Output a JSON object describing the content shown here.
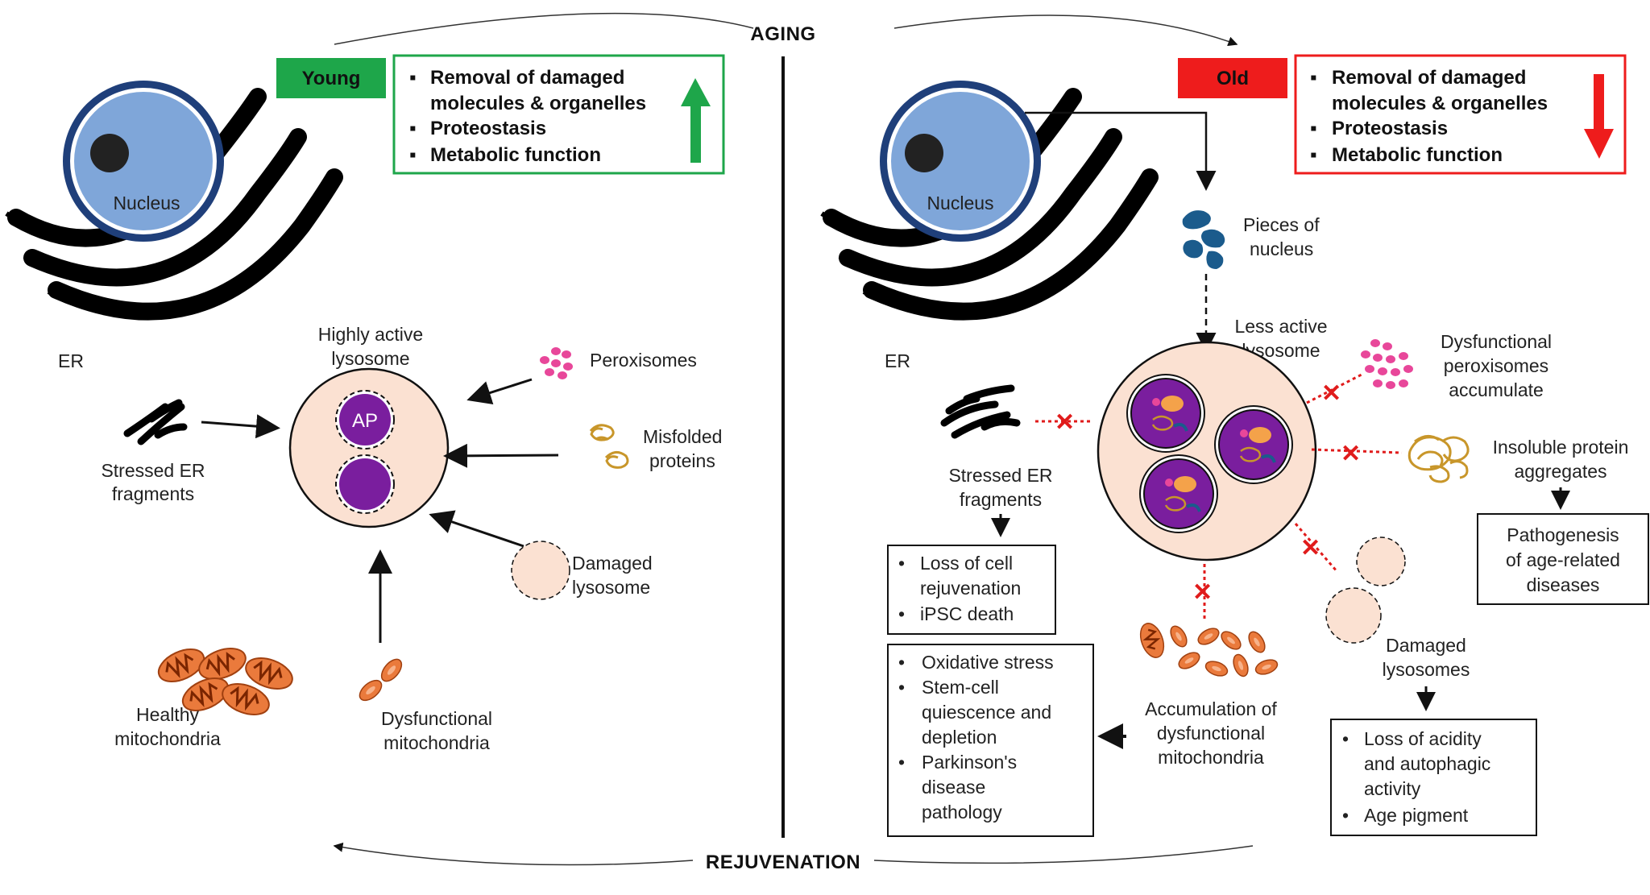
{
  "header": {
    "top_label": "AGING",
    "bottom_label": "REJUVENATION"
  },
  "young": {
    "badge": "Young",
    "badge_color": "#1ea64a",
    "features": [
      "Removal of damaged",
      "molecules & organelles",
      "Proteostasis",
      "Metabolic function"
    ],
    "trend_icon": "arrow-up-icon",
    "trend_color": "#1ea64a",
    "nucleus_label": "Nucleus",
    "er_label": "ER",
    "lysosome_label": [
      "Highly active",
      "lysosome"
    ],
    "ap_label": "AP",
    "stressed_er_label": [
      "Stressed ER",
      "fragments"
    ],
    "peroxisomes_label": "Peroxisomes",
    "misfolded_label": [
      "Misfolded",
      "proteins"
    ],
    "damaged_lysosome_label": [
      "Damaged",
      "lysosome"
    ],
    "healthy_mito_label": [
      "Healthy",
      "mitochondria"
    ],
    "dysfunctional_mito_label": [
      "Dysfunctional",
      "mitochondria"
    ]
  },
  "old": {
    "badge": "Old",
    "badge_color": "#ee1c1c",
    "features": [
      "Removal of damaged",
      "molecules & organelles",
      "Proteostasis",
      "Metabolic function"
    ],
    "trend_icon": "arrow-down-icon",
    "trend_color": "#ee1c1c",
    "nucleus_label": "Nucleus",
    "er_label": "ER",
    "pieces_label": [
      "Pieces of",
      "nucleus"
    ],
    "lysosome_label": [
      "Less active",
      "lysosome"
    ],
    "peroxisomes_label": [
      "Dysfunctional",
      "peroxisomes",
      "accumulate"
    ],
    "insoluble_label": [
      "Insoluble protein",
      "aggregates"
    ],
    "pathogenesis_box": [
      "Pathogenesis",
      "of age-related",
      "diseases"
    ],
    "stressed_er_label": [
      "Stressed ER",
      "fragments"
    ],
    "er_box": [
      "Loss of cell",
      "rejuvenation",
      "iPSC death"
    ],
    "mito_label": [
      "Accumulation of",
      "dysfunctional",
      "mitochondria"
    ],
    "mito_box": [
      "Oxidative stress",
      "Stem-cell",
      "quiescence and",
      "depletion",
      "Parkinson's",
      "disease",
      "pathology"
    ],
    "damaged_lysosomes_label": [
      "Damaged",
      "lysosomes"
    ],
    "lysosome_box": [
      "Loss of acidity",
      "and autophagic",
      "activity",
      "Age pigment"
    ]
  },
  "colors": {
    "nucleus_fill": "#7fa6d9",
    "nucleus_stroke": "#1f3f7a",
    "lysosome_fill": "#fbe1d2",
    "ap_fill": "#7a1e9e",
    "peroxisome": "#e8479a",
    "aggregate": "#c8962a",
    "mitochondria": "#ea7a3c",
    "block_red": "#e01b1b",
    "nucleus_piece": "#1b5b8c"
  }
}
